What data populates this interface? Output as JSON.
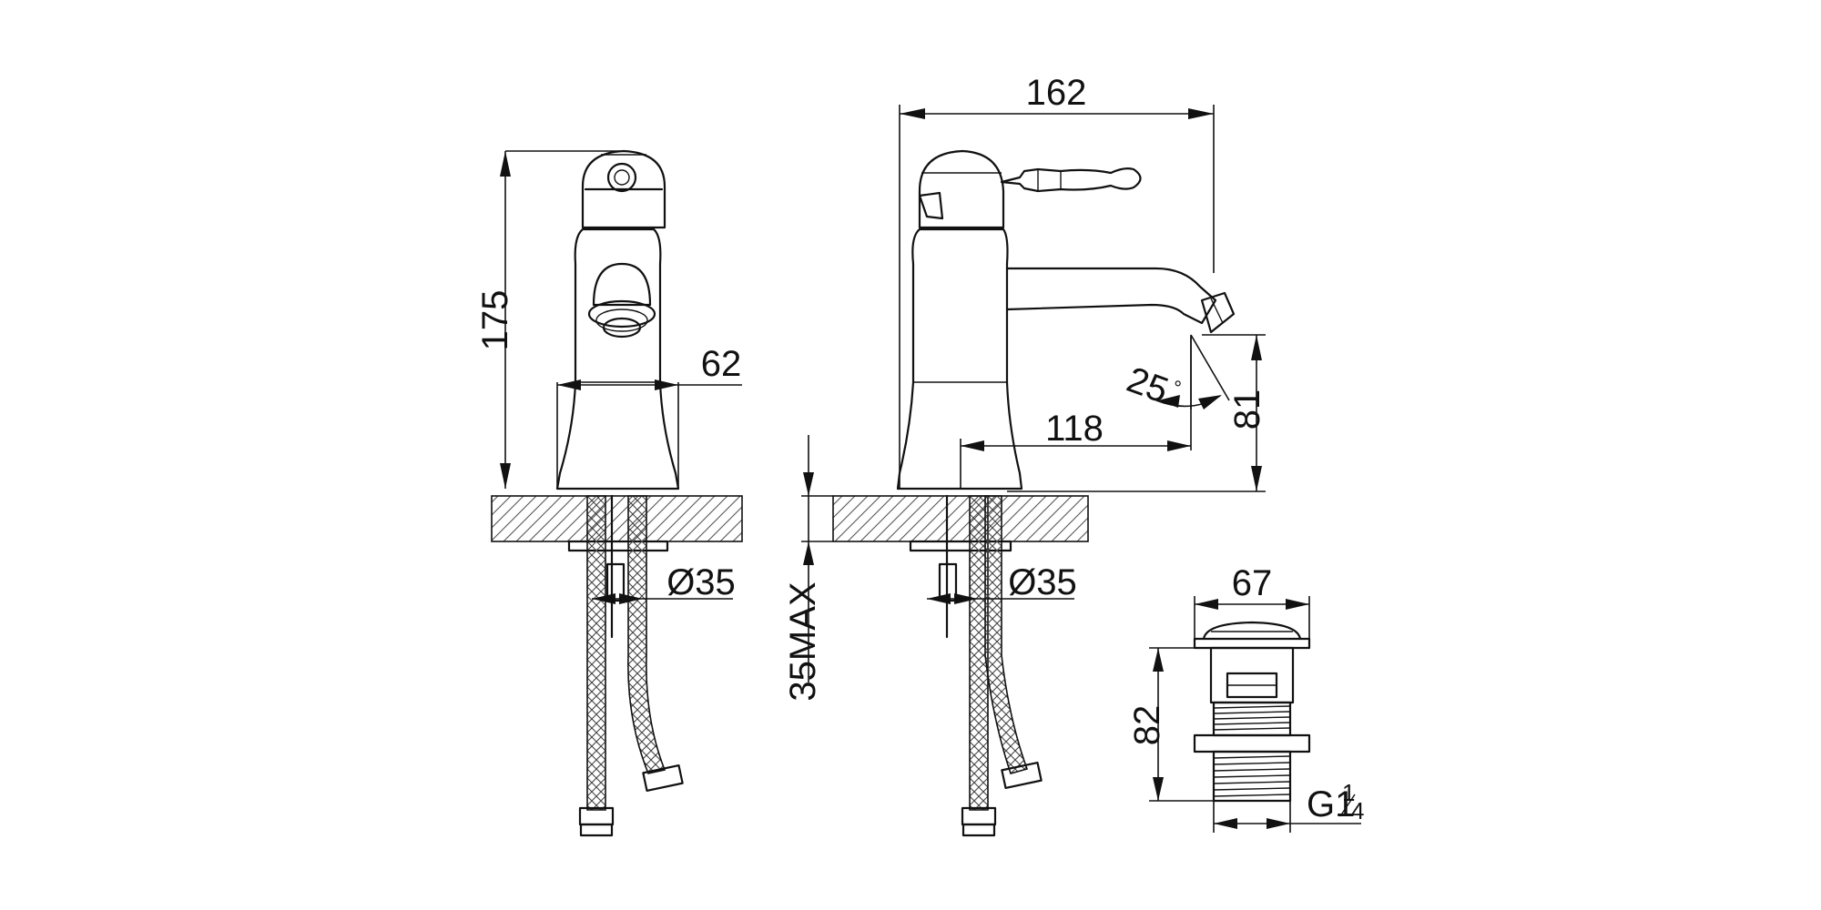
{
  "dimensions": {
    "height_total": "175",
    "base_width": "62",
    "overall_length": "162",
    "spout_reach": "118",
    "spout_height": "81",
    "spout_angle": "25",
    "spout_angle_unit": "°",
    "hole_diameter_left": "Ø35",
    "hole_diameter_right": "Ø35",
    "counter_max": "35MAX",
    "waste_width": "67",
    "waste_height": "82",
    "waste_thread": "G1",
    "waste_thread_num": "1",
    "waste_thread_den": "4"
  }
}
